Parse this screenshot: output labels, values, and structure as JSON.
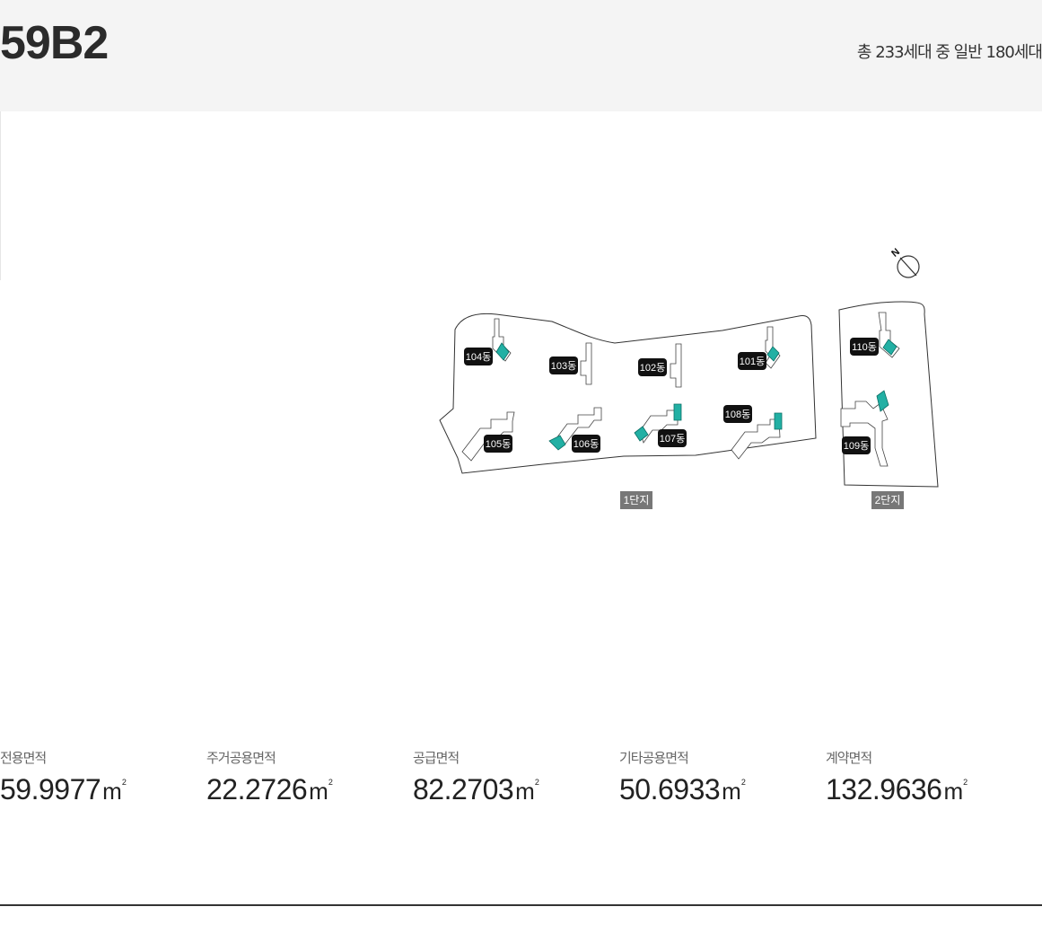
{
  "header": {
    "title": "59B2",
    "household_info": "총 233세대 중 일반 180세대"
  },
  "site_plan": {
    "highlight_color": "#22b0a4",
    "label_bg_color": "#111111",
    "complex_label_bg_color": "#777777",
    "buildings": [
      "104동",
      "103동",
      "102동",
      "101동",
      "105동",
      "106동",
      "107동",
      "108동",
      "110동",
      "109동"
    ],
    "complexes": [
      "1단지",
      "2단지"
    ],
    "north_symbol": "N"
  },
  "areas": [
    {
      "label": "전용면적",
      "value": "59.9977",
      "unit": "m",
      "unit_sup": "2"
    },
    {
      "label": "주거공용면적",
      "value": "22.2726",
      "unit": "m",
      "unit_sup": "2"
    },
    {
      "label": "공급면적",
      "value": "82.2703",
      "unit": "m",
      "unit_sup": "2"
    },
    {
      "label": "기타공용면적",
      "value": "50.6933",
      "unit": "m",
      "unit_sup": "2"
    },
    {
      "label": "계약면적",
      "value": "132.9636",
      "unit": "m",
      "unit_sup": "2"
    }
  ]
}
